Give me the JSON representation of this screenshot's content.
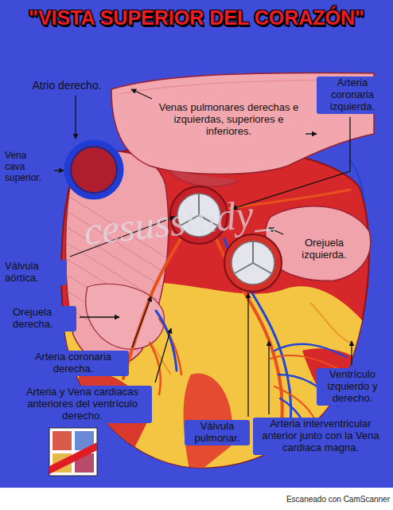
{
  "diagram": {
    "title": "\"VISTA SUPERIOR DEL CORAZÓN\"",
    "labels": [
      "Atrio derecho.",
      "Venas pulmonares derechas e izquierdas, superiores e inferiores.",
      "Arteria coronaria izquierda.",
      "Vena cava superior.",
      "cesusstudy_",
      "Orejuela izquierda.",
      "Válvula aórtica.",
      "Orejuela derecha.",
      "Arteria coronaria derecha.",
      "Ventrículo izquierdo y derecho.",
      "Arteria y Vena cardiacas anteriores del ventrículo derecho.",
      "Válvula pulmonar.",
      "Arteria interventricular anterior junto con la Vena cardiaca magna.",
      "Escaneado con CamScanner"
    ]
  }
}
